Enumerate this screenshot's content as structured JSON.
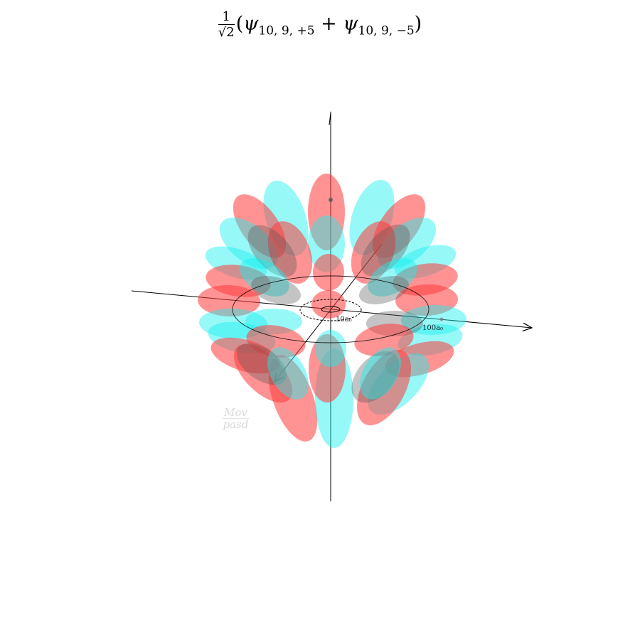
{
  "title": {
    "numerator": "1",
    "denominator": "√2",
    "psi_symbol": "ψ",
    "plus": "+",
    "term1_subscript": "10, 9, +5",
    "term2_subscript": "10, 9, −5"
  },
  "labels": {
    "inner_ring": "10a₀",
    "outer_ring": "100a₀"
  },
  "watermark": {
    "line1": "Mov",
    "line2": "pasd"
  },
  "colors": {
    "positive_lobe": "#ff3b3b",
    "negative_lobe": "#19f0f0",
    "axis": "#000000",
    "background": "#ffffff"
  }
}
